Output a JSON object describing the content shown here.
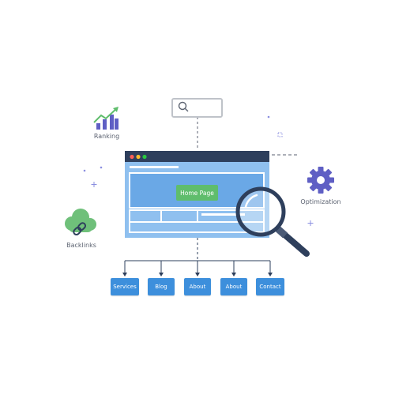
{
  "labels": {
    "ranking": "Ranking",
    "backlinks": "Backlinks",
    "optimization": "Optimization"
  },
  "browser": {
    "hero_button": "Home Page"
  },
  "nav": {
    "items": [
      {
        "label": "Services"
      },
      {
        "label": "Blog"
      },
      {
        "label": "About"
      },
      {
        "label": "About"
      },
      {
        "label": "Contact"
      }
    ]
  },
  "colors": {
    "frame": "#2e3f5c",
    "screen": "#8fc0ef",
    "accent_blue": "#3d8fdc",
    "green": "#5fbd6c",
    "purple": "#5f5fc4",
    "search_border": "#bfc3c9"
  },
  "icons": [
    "search-icon",
    "trend-chart-icon",
    "link-cloud-icon",
    "gear-icon",
    "magnifier-icon"
  ]
}
